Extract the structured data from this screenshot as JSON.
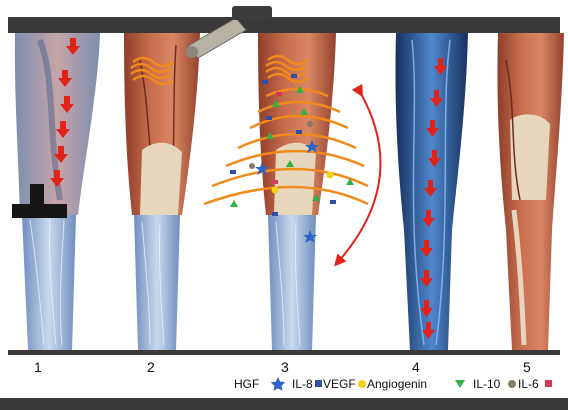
{
  "panels": [
    {
      "number": "1"
    },
    {
      "number": "2"
    },
    {
      "number": "3"
    },
    {
      "number": "4"
    },
    {
      "number": "5"
    }
  ],
  "legend": [
    {
      "label": "HGF",
      "marker": "star",
      "color": "#2f63c8"
    },
    {
      "label": "IL-8",
      "marker": "square",
      "color": "#2f4fa8"
    },
    {
      "label": "VEGF",
      "marker": "circle",
      "color": "#f2d21a"
    },
    {
      "label": "Angiogenin",
      "marker": "triangle-down",
      "color": "#33b046"
    },
    {
      "label": "IL-10",
      "marker": "circle",
      "color": "#8a7a68"
    },
    {
      "label": "IL-6",
      "marker": "square",
      "color": "#d23a55"
    }
  ],
  "colors": {
    "frame_bar": "#3a3a3a",
    "arrow": "#e2231a",
    "wave": "#f08a1a",
    "muscle": "#c0694a",
    "tendon": "#e6d6bc",
    "vein_blue": "#2b5fa8",
    "lymph_blue": "#9fb8d8"
  },
  "icons": {
    "panel1_device": "compression-block-icon",
    "panel2_device": "massage-gun-icon",
    "panel3_arrow": "curved-double-arrow-icon"
  }
}
